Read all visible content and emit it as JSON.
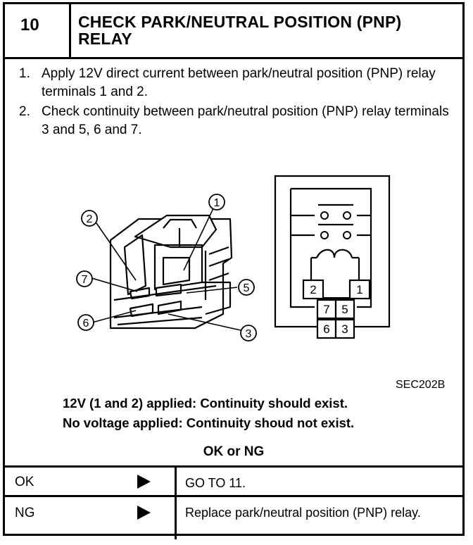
{
  "header": {
    "step_number": "10",
    "title": "CHECK PARK/NEUTRAL POSITION (PNP) RELAY"
  },
  "instructions": [
    {
      "num": "1.",
      "text": "Apply 12V direct current between park/neutral position (PNP) relay terminals 1 and 2."
    },
    {
      "num": "2.",
      "text": "Check continuity between park/neutral position (PNP) relay terminals 3 and 5, 6 and 7."
    }
  ],
  "figure": {
    "connector_callouts": [
      "1",
      "2",
      "3",
      "5",
      "6",
      "7"
    ],
    "terminal_labels": {
      "t1": "1",
      "t2": "2",
      "t3": "3",
      "t5": "5",
      "t6": "6",
      "t7": "7"
    },
    "caption": "SEC202B"
  },
  "results": {
    "line1": "12V (1 and 2) applied: Continuity should exist.",
    "line2": "No voltage applied: Continuity shoud not exist."
  },
  "decision_label": "OK or NG",
  "outcomes": [
    {
      "label": "OK",
      "action": "GO TO 11."
    },
    {
      "label": "NG",
      "action": "Replace park/neutral position (PNP) relay."
    }
  ]
}
